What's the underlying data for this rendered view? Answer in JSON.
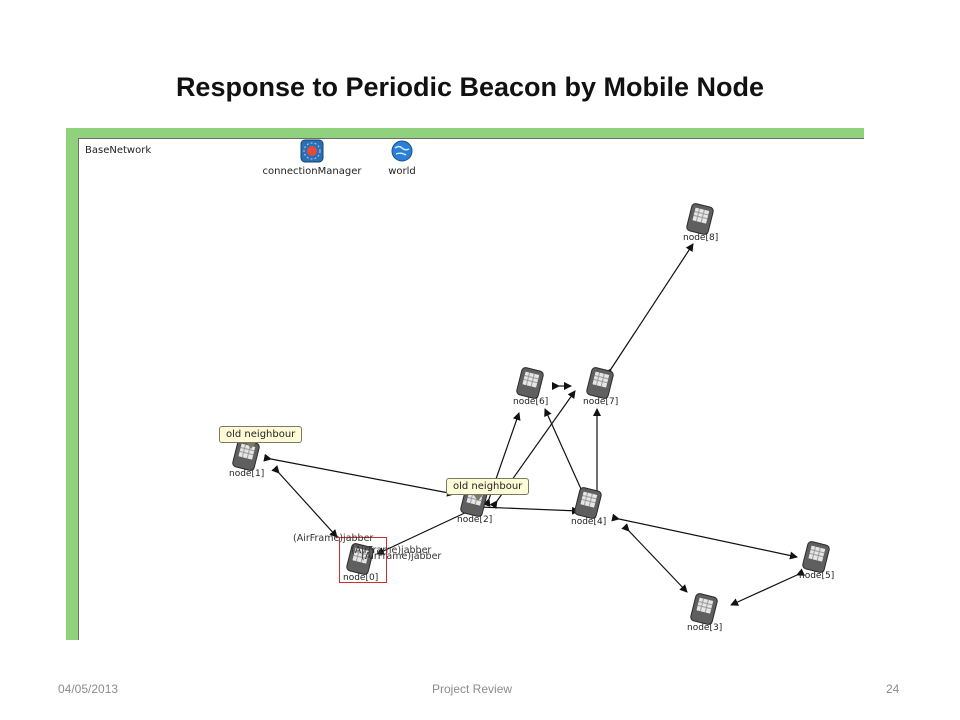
{
  "slide": {
    "title": "Response to Periodic Beacon by Mobile Node",
    "footer": {
      "date": "04/05/2013",
      "center": "Project Review",
      "page": "24"
    }
  },
  "network": {
    "name": "BaseNetwork",
    "modules": [
      {
        "label": "connectionManager",
        "icon": "connection-manager-icon"
      },
      {
        "label": "world",
        "icon": "globe-icon"
      }
    ],
    "nodes": [
      {
        "label": "node[0]",
        "icon": "pda-device-icon",
        "selected": true
      },
      {
        "label": "node[1]",
        "icon": "pda-device-icon"
      },
      {
        "label": "node[2]",
        "icon": "pda-device-icon"
      },
      {
        "label": "node[3]",
        "icon": "pda-device-icon"
      },
      {
        "label": "node[4]",
        "icon": "pda-device-icon"
      },
      {
        "label": "node[5]",
        "icon": "pda-device-icon"
      },
      {
        "label": "node[6]",
        "icon": "pda-device-icon"
      },
      {
        "label": "node[7]",
        "icon": "pda-device-icon"
      },
      {
        "label": "node[8]",
        "icon": "pda-device-icon"
      }
    ],
    "bubbles": [
      "old neighbour",
      "old neighbour"
    ],
    "messages": [
      "(AirFrame)jabber",
      "(AirFrame)jabber",
      "(AirFrame)jabber"
    ],
    "colors": {
      "canvas_border": "#8fd17d",
      "selection": "#d92a2a",
      "bubble_bg": "#fffbd7"
    }
  }
}
